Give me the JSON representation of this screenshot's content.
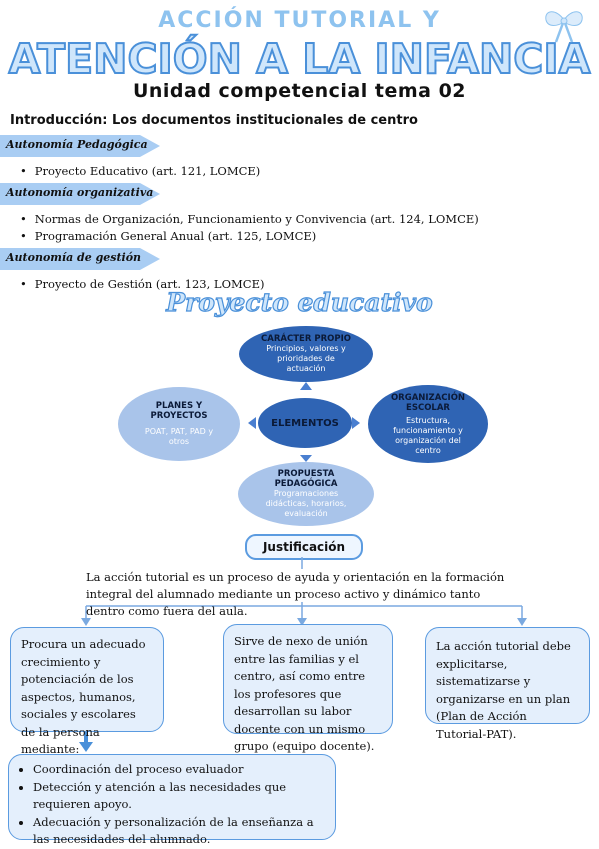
{
  "title": {
    "line1": "ACCIÓN TUTORIAL Y",
    "line2": "ATENCIÓN A LA INFANCIA",
    "line3": "Unidad competencial tema 02"
  },
  "intro": "Introducción: Los documentos institucionales de centro",
  "sections": [
    {
      "label": "Autonomía Pedagógica",
      "items": [
        "Proyecto Educativo (art. 121, LOMCE)"
      ]
    },
    {
      "label": "Autonomía organizativa",
      "items": [
        "Normas de Organización, Funcionamiento y Convivencia (art. 124, LOMCE)",
        "Programación General Anual (art. 125, LOMCE)"
      ]
    },
    {
      "label": "Autonomía de gestión",
      "items": [
        "Proyecto de Gestión (art. 123, LOMCE)"
      ]
    }
  ],
  "diagram": {
    "title": "Proyecto educativo",
    "center": "ELEMENTOS",
    "top": {
      "heading": "CARÁCTER PROPIO",
      "desc": "Principios, valores y prioridades de actuación"
    },
    "right": {
      "heading": "ORGANIZACIÓN ESCOLAR",
      "desc": "Estructura, funcionamiento y organización del centro"
    },
    "bottom": {
      "heading": "PROPUESTA PEDAGÓGICA",
      "desc": "Programaciones didácticas, horarios, evaluación"
    },
    "left": {
      "heading": "PLANES Y PROYECTOS",
      "desc": "POAT, PAT, PAD y otros"
    }
  },
  "justification": {
    "heading": "Justificación",
    "paragraph": "La acción tutorial es un proceso de ayuda y orientación en la formación integral del alumnado mediante un proceso activo y dinámico tanto dentro como fuera del aula.",
    "boxes": [
      "Procura un adecuado crecimiento y potenciación de los aspectos, humanos, sociales y escolares de la persona mediante:",
      "Sirve de nexo de unión entre las familias y el centro, así como entre los profesores que desarrollan su labor docente con un mismo grupo (equipo docente).",
      "La acción tutorial debe explicitarse, sistematizarse y organizarse en un plan (Plan de Acción Tutorial-PAT)."
    ],
    "list": [
      "Coordinación del proceso evaluador",
      "Detección y atención a las necesidades que requieren apoyo.",
      "Adecuación y personalización de la enseñanza a las necesidades del alumnado."
    ]
  },
  "colors": {
    "accent": "#5b9be0",
    "dark_ellipse": "#2f64b4",
    "light_ellipse": "#a9c4ea",
    "box_bg": "#e4effc"
  },
  "icons": [
    "bow-icon"
  ]
}
